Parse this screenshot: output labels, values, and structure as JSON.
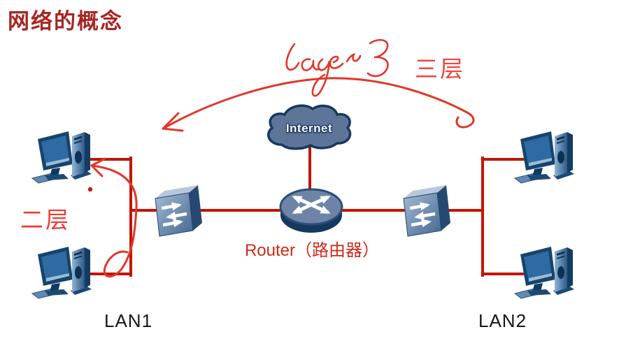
{
  "title": "网络的概念",
  "diagram": {
    "internet_label": "Internet",
    "router_label": "Router（路由器）",
    "lan1_label": "LAN1",
    "lan2_label": "LAN2",
    "nodes": [
      "internet-cloud",
      "router",
      "switch-left",
      "switch-right",
      "computer-lan1-top",
      "computer-lan1-bottom",
      "computer-lan2-top",
      "computer-lan2-bottom"
    ]
  },
  "annotations": {
    "handwritten_layer3": "Layer 3",
    "layer3_cn": "三层",
    "layer2_cn": "二层"
  },
  "colors": {
    "title_red": "#a42622",
    "link_line_red": "#c11505",
    "handwriting_red": "#e0372a",
    "cn_label_red": "#f1453c",
    "router_label_red": "#cd2a1a",
    "node_slate_blue": "#5f7499",
    "node_dark_navy": "#16385e"
  }
}
